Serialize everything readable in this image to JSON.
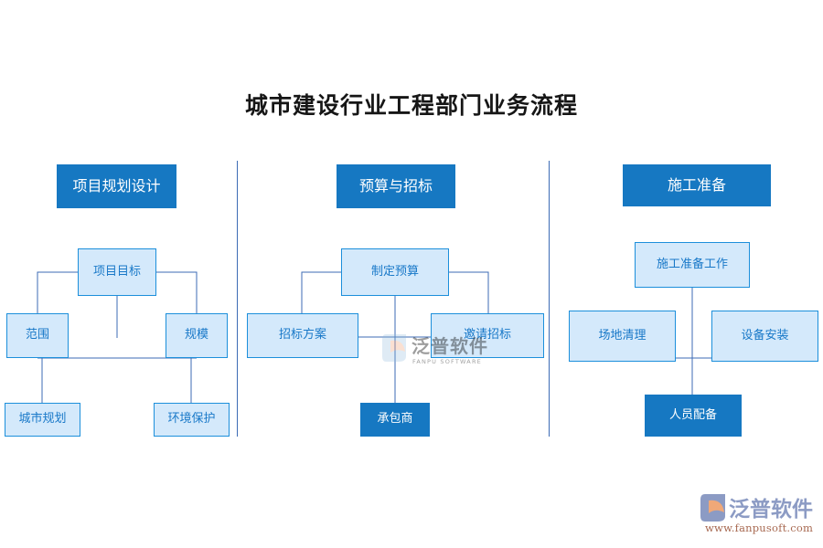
{
  "title": "城市建设行业工程部门业务流程",
  "columns": [
    {
      "id": "planning",
      "header": "项目规划设计",
      "nodes": [
        {
          "id": "c1-root",
          "label": "项目目标",
          "style": "light"
        },
        {
          "id": "c1-left",
          "label": "范围",
          "style": "light"
        },
        {
          "id": "c1-right",
          "label": "规模",
          "style": "light"
        },
        {
          "id": "c1-leaf1",
          "label": "城市规划",
          "style": "light"
        },
        {
          "id": "c1-leaf2",
          "label": "环境保护",
          "style": "light"
        }
      ]
    },
    {
      "id": "budget-bidding",
      "header": "预算与招标",
      "nodes": [
        {
          "id": "c2-root",
          "label": "制定预算",
          "style": "light"
        },
        {
          "id": "c2-left",
          "label": "招标方案",
          "style": "light"
        },
        {
          "id": "c2-right",
          "label": "邀请招标",
          "style": "light"
        },
        {
          "id": "c2-leaf",
          "label": "承包商",
          "style": "dark"
        }
      ]
    },
    {
      "id": "construction-prep",
      "header": "施工准备",
      "nodes": [
        {
          "id": "c3-root",
          "label": "施工准备工作",
          "style": "light"
        },
        {
          "id": "c3-left",
          "label": "场地清理",
          "style": "light"
        },
        {
          "id": "c3-right",
          "label": "设备安装",
          "style": "light"
        },
        {
          "id": "c3-leaf",
          "label": "人员配备",
          "style": "dark"
        }
      ]
    }
  ],
  "watermark": {
    "text": "泛普软件",
    "subtext": "FANPU SOFTWARE"
  },
  "logo": {
    "text": "泛普软件",
    "url": "www.fanpusoft.com"
  },
  "colors": {
    "header_blue": "#1678C2",
    "node_fill": "#D4E9FB",
    "node_border": "#1C8FDB",
    "node_text": "#1878C8",
    "connector": "#3C6BB5",
    "title_text": "#161616"
  }
}
